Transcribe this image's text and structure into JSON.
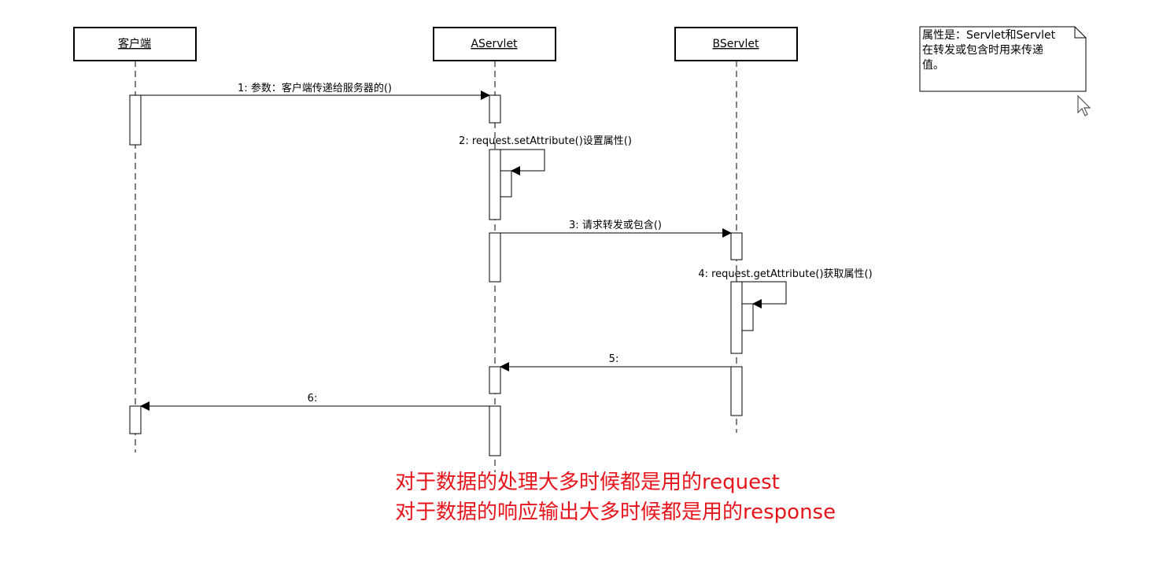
{
  "participants": [
    {
      "id": "client",
      "name": "客户端"
    },
    {
      "id": "aservlet",
      "name": "AServlet"
    },
    {
      "id": "bservlet",
      "name": "BServlet"
    }
  ],
  "messages": [
    {
      "label": "1: 参数：客户端传递给服务器的()"
    },
    {
      "label": "2: request.setAttribute()设置属性()"
    },
    {
      "label": "3: 请求转发或包含()"
    },
    {
      "label": "4: request.getAttribute()获取属性()"
    },
    {
      "label": "5:"
    },
    {
      "label": "6:"
    }
  ],
  "note": {
    "line1": "属性是：Servlet和Servlet",
    "line2": "在转发或包含时用来传递",
    "line3": "值。"
  },
  "caption": {
    "line1": "对于数据的处理大多时候都是用的request",
    "line2": "对于数据的响应输出大多时候都是用的response"
  },
  "colors": {
    "caption": "#e8141c",
    "lines": "#000000"
  },
  "icons": {
    "pointer": "mouse-pointer-icon"
  }
}
